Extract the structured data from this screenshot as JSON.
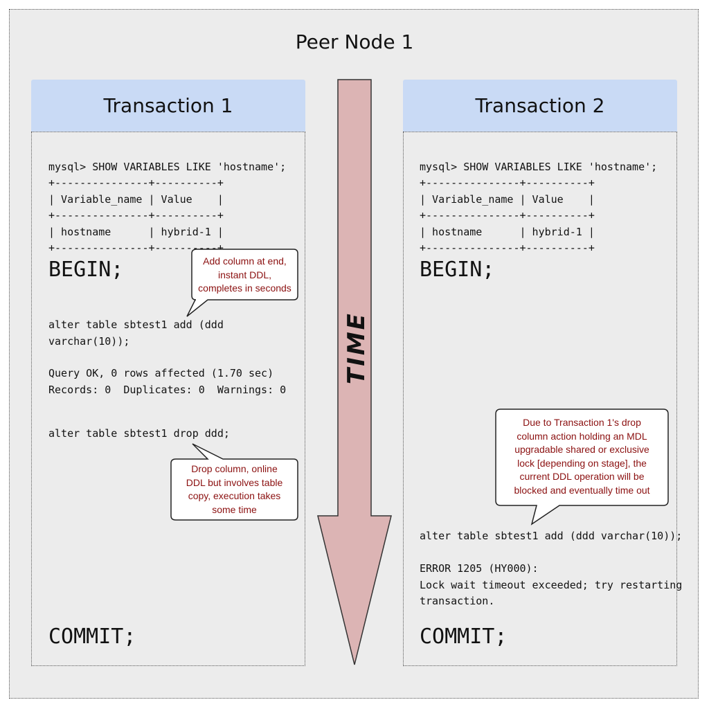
{
  "title": "Peer Node 1",
  "arrow_label": "TIME",
  "colors": {
    "header_bg": "#c9daf5",
    "arrow_fill": "#dcb4b4",
    "note_text": "#8b1010"
  },
  "transaction1": {
    "header": "Transaction 1",
    "query_lines": [
      "mysql> SHOW VARIABLES LIKE 'hostname';",
      "+---------------+----------+",
      "| Variable_name | Value    |",
      "+---------------+----------+",
      "| hostname      | hybrid-1 |",
      "+---------------+----------+"
    ],
    "begin": "BEGIN;",
    "add_stmt": "alter table sbtest1 add (ddd\nvarchar(10));",
    "add_result": "Query OK, 0 rows affected (1.70 sec)\nRecords: 0  Duplicates: 0  Warnings: 0",
    "drop_stmt": "alter table sbtest1 drop ddd;",
    "commit": "COMMIT;",
    "note_add": "Add column at end,\ninstant DDL,\ncompletes in seconds",
    "note_drop": "Drop column, online\nDDL but involves table\ncopy, execution takes\nsome time"
  },
  "transaction2": {
    "header": "Transaction 2",
    "query_lines": [
      "mysql> SHOW VARIABLES LIKE 'hostname';",
      "+---------------+----------+",
      "| Variable_name | Value    |",
      "+---------------+----------+",
      "| hostname      | hybrid-1 |",
      "+---------------+----------+"
    ],
    "begin": "BEGIN;",
    "note_blocked": "Due to Transaction 1's drop\ncolumn action holding an MDL\nupgradable shared or exclusive\nlock [depending on stage], the\ncurrent DDL operation will be\nblocked and eventually time out",
    "add_stmt": "alter table sbtest1 add (ddd varchar(10));",
    "error": "ERROR 1205 (HY000):\nLock wait timeout exceeded; try restarting\ntransaction.",
    "commit": "COMMIT;"
  }
}
